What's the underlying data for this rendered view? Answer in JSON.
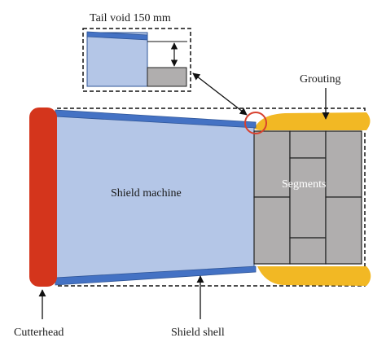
{
  "labels": {
    "tail_void": "Tail void 150 mm",
    "grouting": "Grouting",
    "segments": "Segments",
    "shield_machine": "Shield machine",
    "cutterhead": "Cutterhead",
    "shield_shell": "Shield shell"
  },
  "colors": {
    "cutterhead": "#d4351c",
    "shield_body": "#b4c6e7",
    "shield_shell": "#4472c4",
    "shell_outline": "#2f5597",
    "grout": "#f2b824",
    "segment": "#b0aeae",
    "segment_outline": "#222222",
    "highlight_circle": "#d8412f",
    "inset_gap": "#ffffff"
  },
  "icons": [
    "zoom-arrow-icon",
    "pointer-arrow-icon",
    "dimension-arrow-icon"
  ]
}
